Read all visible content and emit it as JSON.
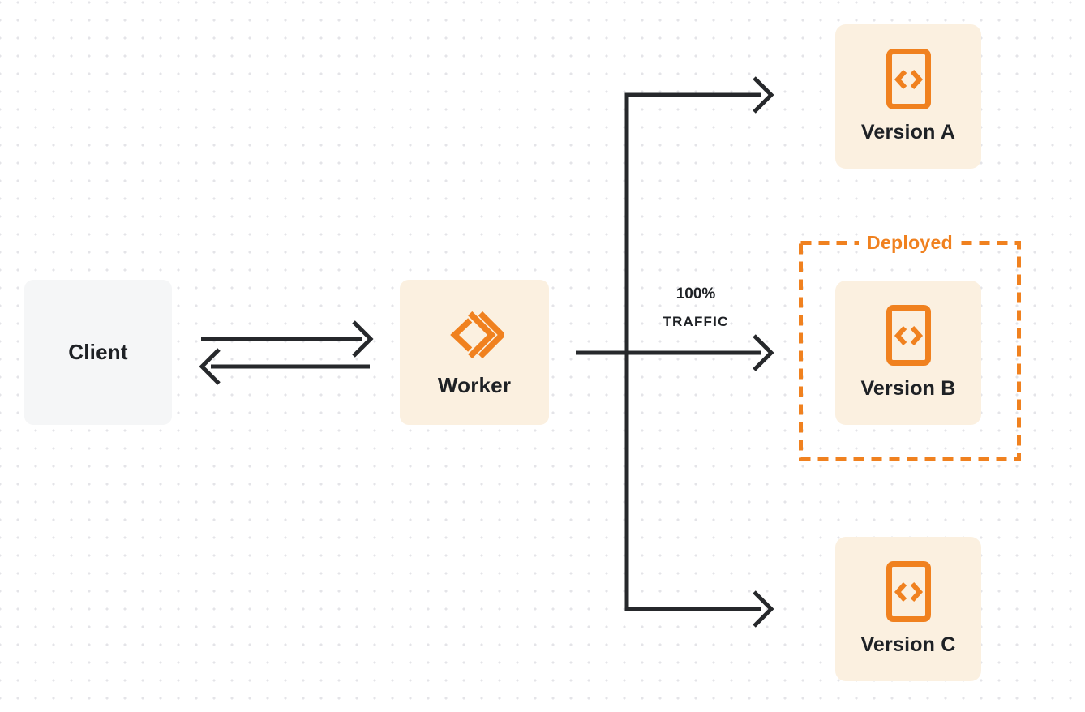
{
  "nodes": {
    "client": {
      "label": "Client"
    },
    "worker": {
      "label": "Worker",
      "icon": "cloudflare-workers-logo"
    },
    "versions": [
      {
        "label": "Version A",
        "icon": "code-file"
      },
      {
        "label": "Version B",
        "icon": "code-file",
        "annotation": "Deployed"
      },
      {
        "label": "Version C",
        "icon": "code-file"
      }
    ]
  },
  "labels": {
    "traffic_line1": "100%",
    "traffic_line2": "TRAFFIC",
    "deployed": "Deployed"
  },
  "colors": {
    "accent": "#F0811F",
    "cream": "#FBF0E0",
    "gray": "#F5F6F7",
    "arrow": "#26282B",
    "text": "#1E2125",
    "dot": "#E4E4E8",
    "bg": "#FFFFFF"
  }
}
